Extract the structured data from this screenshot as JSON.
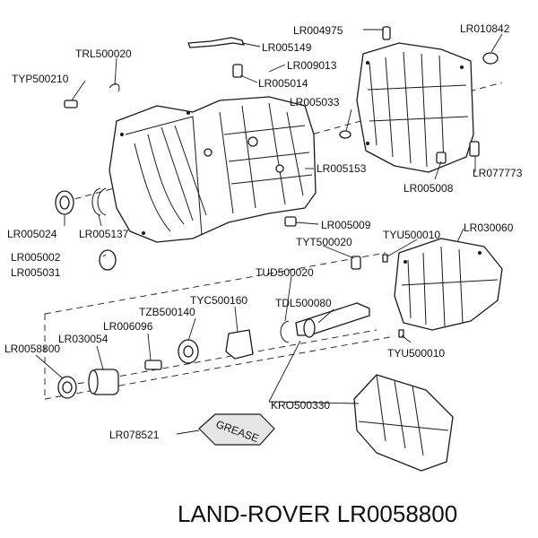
{
  "footer": {
    "caption": "LAND-ROVER LR0058800"
  },
  "grease_bag": {
    "text": "GREASE"
  },
  "callouts": {
    "lr004975": "LR004975",
    "lr010842": "LR010842",
    "trl500020": "TRL500020",
    "lr005149": "LR005149",
    "typ500210": "TYP500210",
    "lr009013": "LR009013",
    "lr005014": "LR005014",
    "lr005033": "LR005033",
    "lr005153": "LR005153",
    "lr077773": "LR077773",
    "lr005008": "LR005008",
    "lr005024": "LR005024",
    "lr005137": "LR005137",
    "lr005009": "LR005009",
    "lr030060": "LR030060",
    "tyt500020": "TYT500020",
    "tyu500010_top": "TYU500010",
    "lr005002": "LR005002",
    "lr005031": "LR005031",
    "tud500020": "TUD500020",
    "tyc500160": "TYC500160",
    "tdl500080": "TDL500080",
    "tzb500140": "TZB500140",
    "lr006096": "LR006096",
    "lr030054": "LR030054",
    "lr0058800": "LR0058800",
    "tyu500010_bottom": "TYU500010",
    "kro500330": "KRO500330",
    "lr078521": "LR078521"
  }
}
